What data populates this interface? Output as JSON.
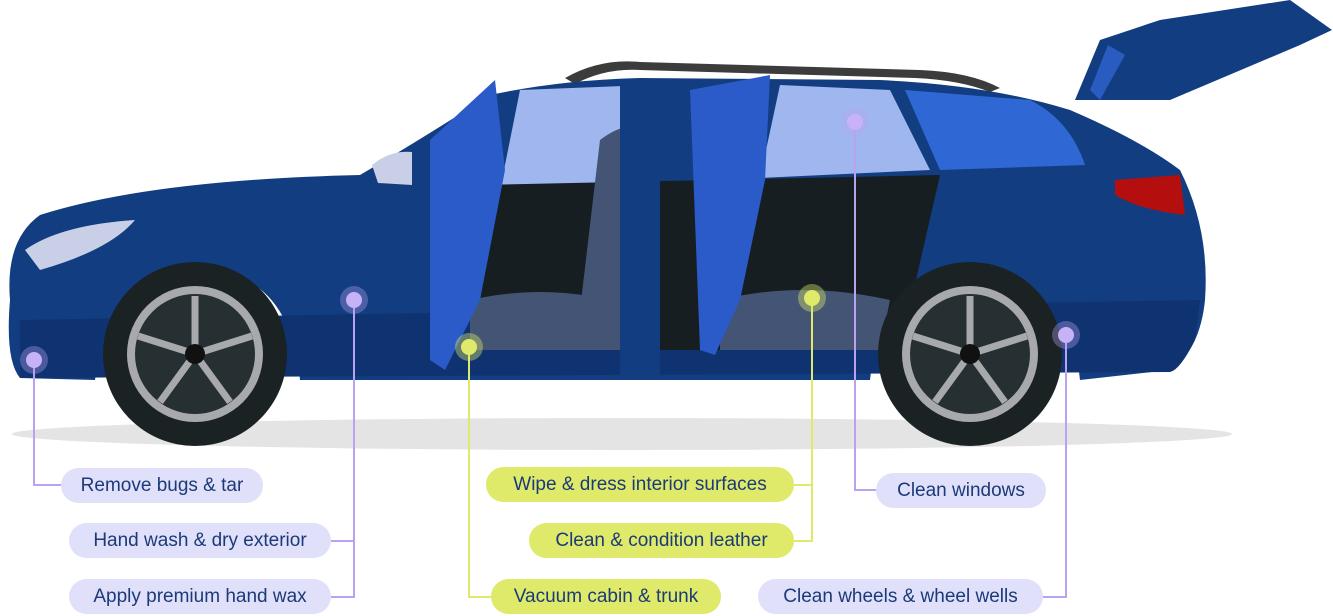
{
  "colors": {
    "exterior_accent": "#b9a2f0",
    "interior_accent": "#dfea6a",
    "car_body": "#123d80",
    "label_text": "#1b3a78"
  },
  "labels": {
    "remove_bugs": "Remove bugs & tar",
    "hand_wash": "Hand wash & dry exterior",
    "apply_wax": "Apply premium hand wax",
    "wipe_interior": "Wipe & dress interior surfaces",
    "condition_leather": "Clean & condition leather",
    "vacuum": "Vacuum cabin & trunk",
    "clean_windows": "Clean windows",
    "clean_wheels": "Clean wheels & wheel wells"
  }
}
